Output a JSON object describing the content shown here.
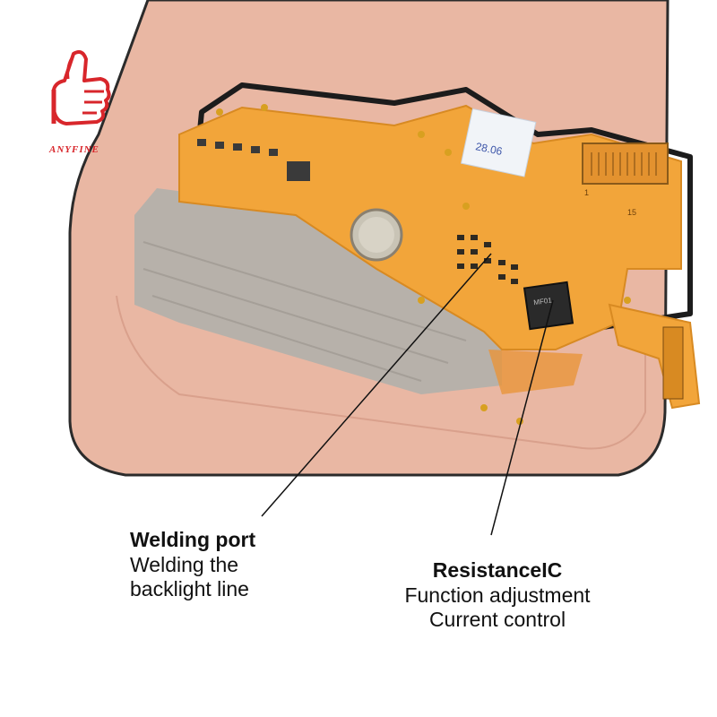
{
  "brand": {
    "name": "ANYFINE",
    "color": "#d8262b"
  },
  "callouts": {
    "welding": {
      "title": "Welding port",
      "lines": [
        "Welding the",
        "backlight line"
      ]
    },
    "resistance": {
      "title": "ResistanceIC",
      "lines": [
        "Function adjustment",
        "Current control"
      ]
    }
  },
  "board_marks": {
    "sticker_text": "28.06",
    "chip_text": "MF01",
    "connector_number_1": "1",
    "connector_number_15": "15"
  },
  "colors": {
    "screen_back": "#e9b7a3",
    "flex_pcb": "#f2a53a",
    "flex_dark": "#d88a22",
    "metal_shield": "#b7b1aa",
    "frame": "#2b2b2b"
  }
}
